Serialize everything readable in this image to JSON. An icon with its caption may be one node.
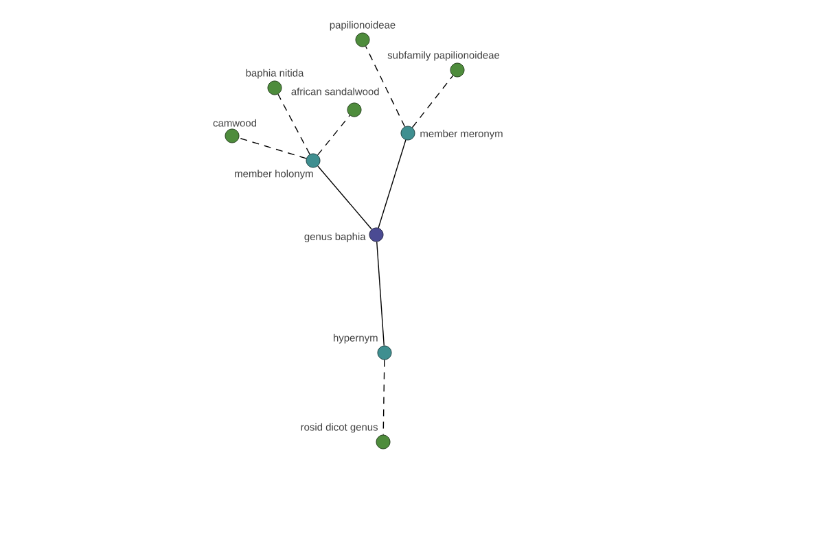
{
  "diagram": {
    "nodes": [
      {
        "text": [
          "papilionoideae"
        ]
      },
      {
        "text": [
          "subfamily papilionoideae"
        ]
      },
      {
        "text": [
          "baphia nitida"
        ]
      },
      {
        "text": [
          "african sandalwood"
        ]
      },
      {
        "text": [
          "camwood"
        ]
      },
      {
        "text": [
          "member meronym"
        ]
      },
      {
        "text": [
          "member holonym"
        ]
      },
      {
        "text": [
          "genus baphia"
        ]
      },
      {
        "text": [
          "hypernym"
        ]
      },
      {
        "text": [
          "rosid dicot genus"
        ]
      }
    ],
    "edges": [
      {
        "from": 7,
        "to": 6,
        "arrow": "none"
      },
      {
        "from": 7,
        "to": 5,
        "arrow": "none"
      },
      {
        "from": 7,
        "to": 8,
        "arrow": "none"
      },
      {
        "from": 6,
        "to": 4,
        "arrow": "none",
        "style": "dashed"
      },
      {
        "from": 6,
        "to": 2,
        "arrow": "none",
        "style": "dashed"
      },
      {
        "from": 6,
        "to": 3,
        "arrow": "none",
        "style": "dashed"
      },
      {
        "from": 5,
        "to": 0,
        "arrow": "none",
        "style": "dashed"
      },
      {
        "from": 5,
        "to": 1,
        "arrow": "none",
        "style": "dashed"
      },
      {
        "from": 8,
        "to": 9,
        "arrow": "none",
        "style": "dashed"
      }
    ]
  }
}
